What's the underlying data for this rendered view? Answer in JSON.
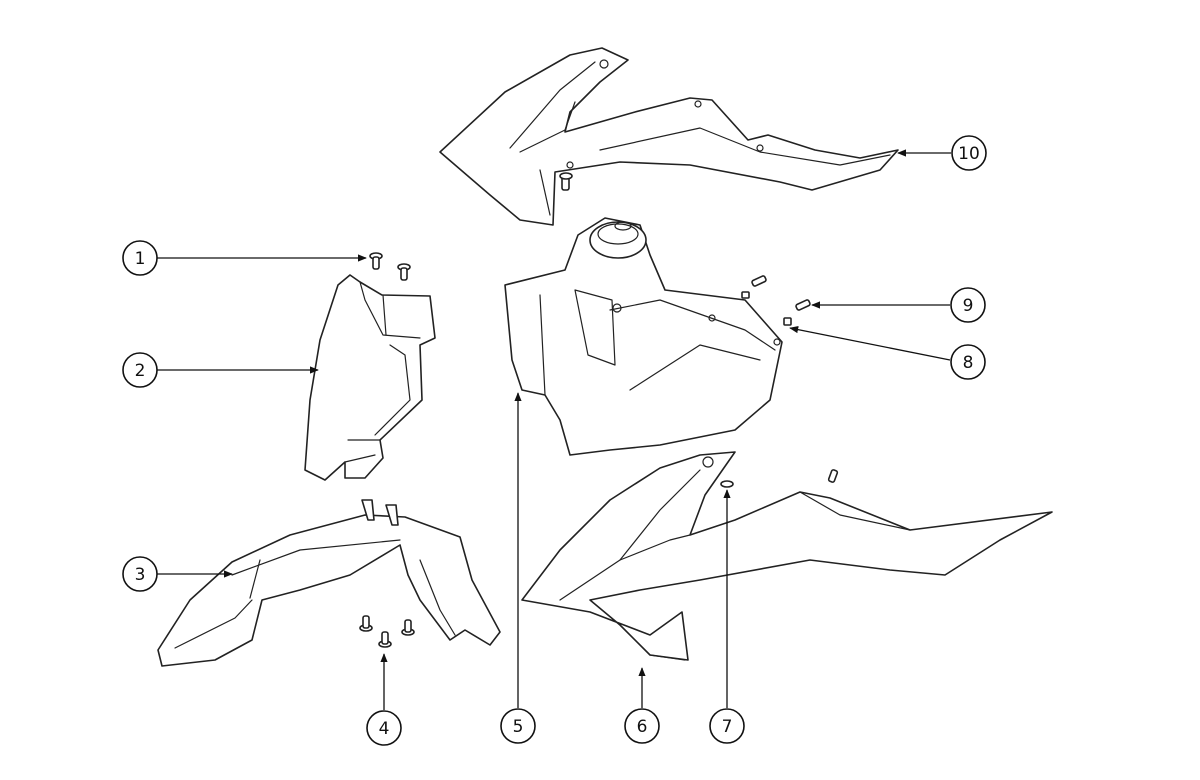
{
  "colors": {
    "line": "#222222",
    "background": "#ffffff"
  },
  "callouts": [
    {
      "label": "1"
    },
    {
      "label": "2"
    },
    {
      "label": "3"
    },
    {
      "label": "4"
    },
    {
      "label": "5"
    },
    {
      "label": "6"
    },
    {
      "label": "7"
    },
    {
      "label": "8"
    },
    {
      "label": "9"
    },
    {
      "label": "10"
    }
  ]
}
